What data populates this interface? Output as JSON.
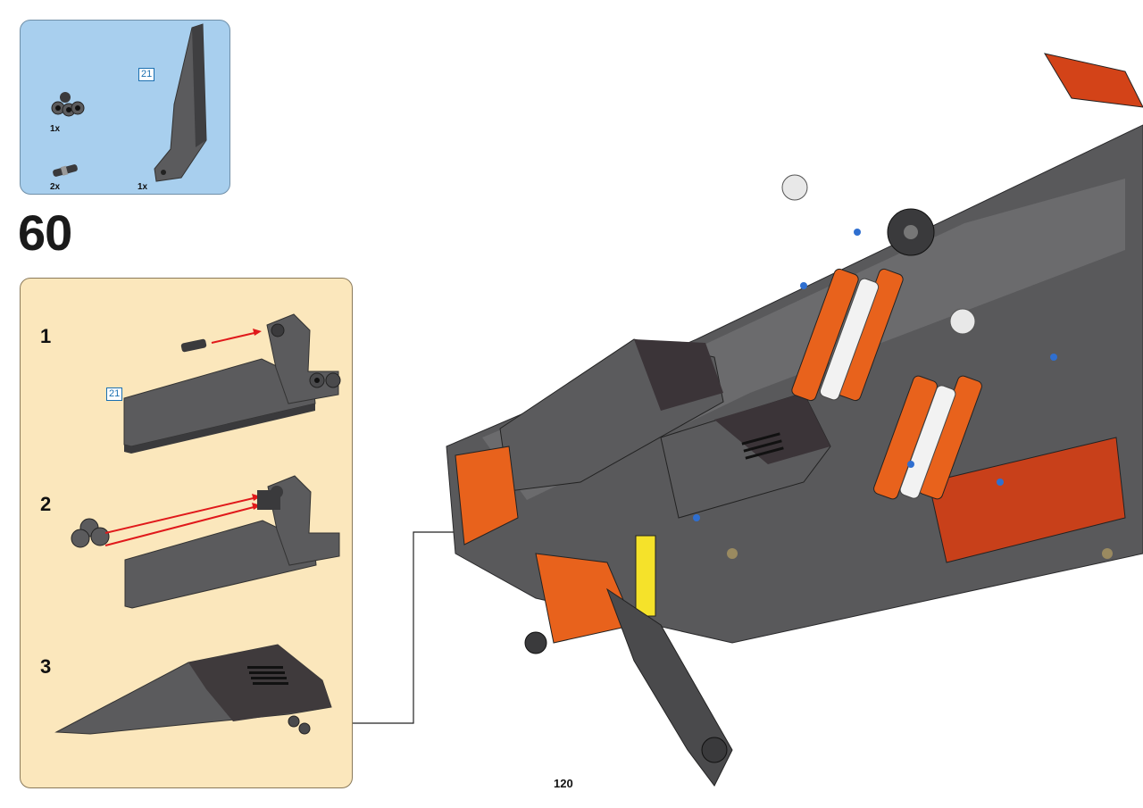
{
  "parts_list": {
    "ref_label": "21",
    "items": [
      {
        "icon": "connector-hub-part-icon",
        "quantity": "1x"
      },
      {
        "icon": "axle-pin-part-icon",
        "quantity": "2x"
      },
      {
        "icon": "fairing-panel-part-icon",
        "quantity": "1x"
      }
    ]
  },
  "step": {
    "number": "60",
    "substeps": [
      {
        "label": "1",
        "ref_label": "21"
      },
      {
        "label": "2"
      },
      {
        "label": "3"
      }
    ]
  },
  "page": {
    "number": "120"
  },
  "colors": {
    "parts_bg": "#a8cfee",
    "substeps_bg": "#fbe7bc",
    "arrow": "#e0191b",
    "ref": "#1a6fb0",
    "dark_gray": "#5b5b5d",
    "dark_bley": "#3a3a3c",
    "orange": "#e8621c",
    "yellow": "#f5e22a"
  }
}
